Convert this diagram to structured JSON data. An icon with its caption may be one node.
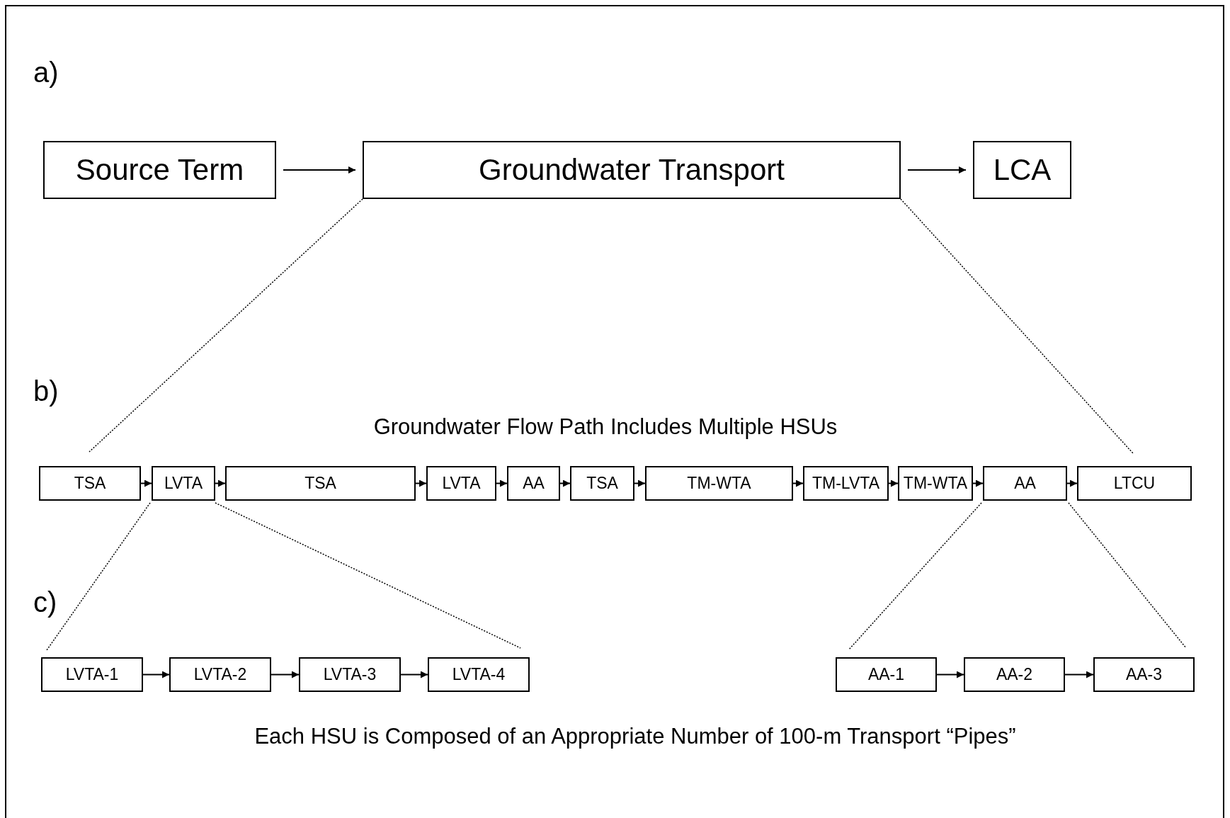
{
  "diagram": {
    "nodes": [
      {
        "text": [
          "Source Term"
        ]
      },
      {
        "text": [
          "Groundwater Transport"
        ]
      },
      {
        "text": [
          "LCA"
        ]
      },
      {
        "text": [
          "TSA"
        ]
      },
      {
        "text": [
          "LVTA"
        ]
      },
      {
        "text": [
          "TSA"
        ]
      },
      {
        "text": [
          "LVTA"
        ]
      },
      {
        "text": [
          "AA"
        ]
      },
      {
        "text": [
          "TSA"
        ]
      },
      {
        "text": [
          "TM-WTA"
        ]
      },
      {
        "text": [
          "TM-LVTA"
        ]
      },
      {
        "text": [
          "TM-WTA"
        ]
      },
      {
        "text": [
          "AA"
        ]
      },
      {
        "text": [
          "LTCU"
        ]
      },
      {
        "text": [
          "LVTA-1"
        ]
      },
      {
        "text": [
          "LVTA-2"
        ]
      },
      {
        "text": [
          "LVTA-3"
        ]
      },
      {
        "text": [
          "LVTA-4"
        ]
      },
      {
        "text": [
          "AA-1"
        ]
      },
      {
        "text": [
          "AA-2"
        ]
      },
      {
        "text": [
          "AA-3"
        ]
      }
    ],
    "edges": [
      {
        "from": 0,
        "to": 1,
        "arrow": "to"
      },
      {
        "from": 1,
        "to": 2,
        "arrow": "to"
      },
      {
        "from": 3,
        "to": 4,
        "arrow": "to"
      },
      {
        "from": 4,
        "to": 5,
        "arrow": "to"
      },
      {
        "from": 5,
        "to": 6,
        "arrow": "to"
      },
      {
        "from": 6,
        "to": 7,
        "arrow": "to"
      },
      {
        "from": 7,
        "to": 8,
        "arrow": "to"
      },
      {
        "from": 8,
        "to": 9,
        "arrow": "to"
      },
      {
        "from": 9,
        "to": 10,
        "arrow": "to"
      },
      {
        "from": 10,
        "to": 11,
        "arrow": "to"
      },
      {
        "from": 11,
        "to": 12,
        "arrow": "to"
      },
      {
        "from": 12,
        "to": 13,
        "arrow": "to"
      },
      {
        "from": 14,
        "to": 15,
        "arrow": "to"
      },
      {
        "from": 15,
        "to": 16,
        "arrow": "to"
      },
      {
        "from": 16,
        "to": 17,
        "arrow": "to"
      },
      {
        "from": 18,
        "to": 19,
        "arrow": "to"
      },
      {
        "from": 19,
        "to": 20,
        "arrow": "to"
      }
    ],
    "labels": [
      "a)",
      "b)",
      "Groundwater Flow Path Includes Multiple HSUs",
      "c)",
      "Each HSU is Composed of an Appropriate Number of 100-m Transport “Pipes”"
    ]
  }
}
